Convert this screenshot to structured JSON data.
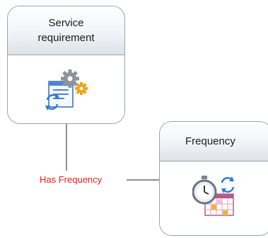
{
  "entities": {
    "service_requirement": {
      "title": "Service\nrequirement",
      "icon": "service-document-gears-icon"
    },
    "frequency": {
      "title": "Frequency",
      "icon": "stopwatch-calendar-icon"
    }
  },
  "relationship": {
    "label": "Has Frequency",
    "color": "#ee1c1c"
  },
  "colors": {
    "card_border": "#9aa3ad",
    "header_gradient_bottom": "#dde3ea",
    "connector": "#222222"
  }
}
